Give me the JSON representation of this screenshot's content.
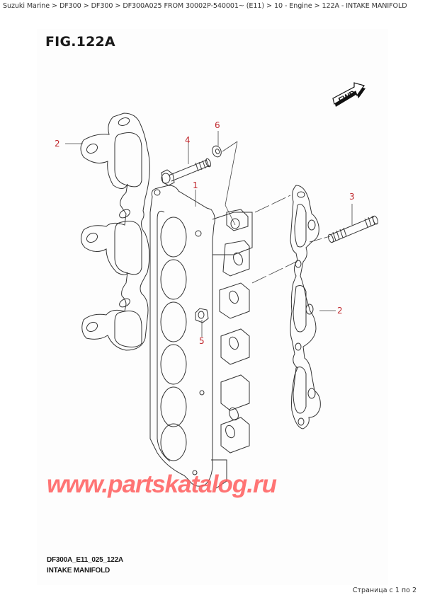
{
  "breadcrumb": {
    "items": [
      "Suzuki Marine",
      "DF300",
      "DF300",
      "DF300A025 FROM 30002P-540001~ (E11)",
      "10 - Engine",
      "122A - INTAKE MANIFOLD"
    ],
    "separator": ">"
  },
  "figure": {
    "title": "FIG.122A",
    "code": "DF300A_E11_025_122A",
    "name": "INTAKE MANIFOLD",
    "fwd_label": "FWD",
    "callout_color": "#c0282d",
    "callouts": [
      {
        "number": "1",
        "part": "intake-manifold"
      },
      {
        "number": "2",
        "part": "gasket-left"
      },
      {
        "number": "2",
        "part": "gasket-right"
      },
      {
        "number": "3",
        "part": "stud-bolt"
      },
      {
        "number": "4",
        "part": "bolt"
      },
      {
        "number": "5",
        "part": "nut"
      },
      {
        "number": "6",
        "part": "washer"
      }
    ]
  },
  "watermark": {
    "text": "www.partskatalog.ru",
    "color": "#ff5c5c"
  },
  "pagination": {
    "text": "Страница с 1 по 2"
  }
}
